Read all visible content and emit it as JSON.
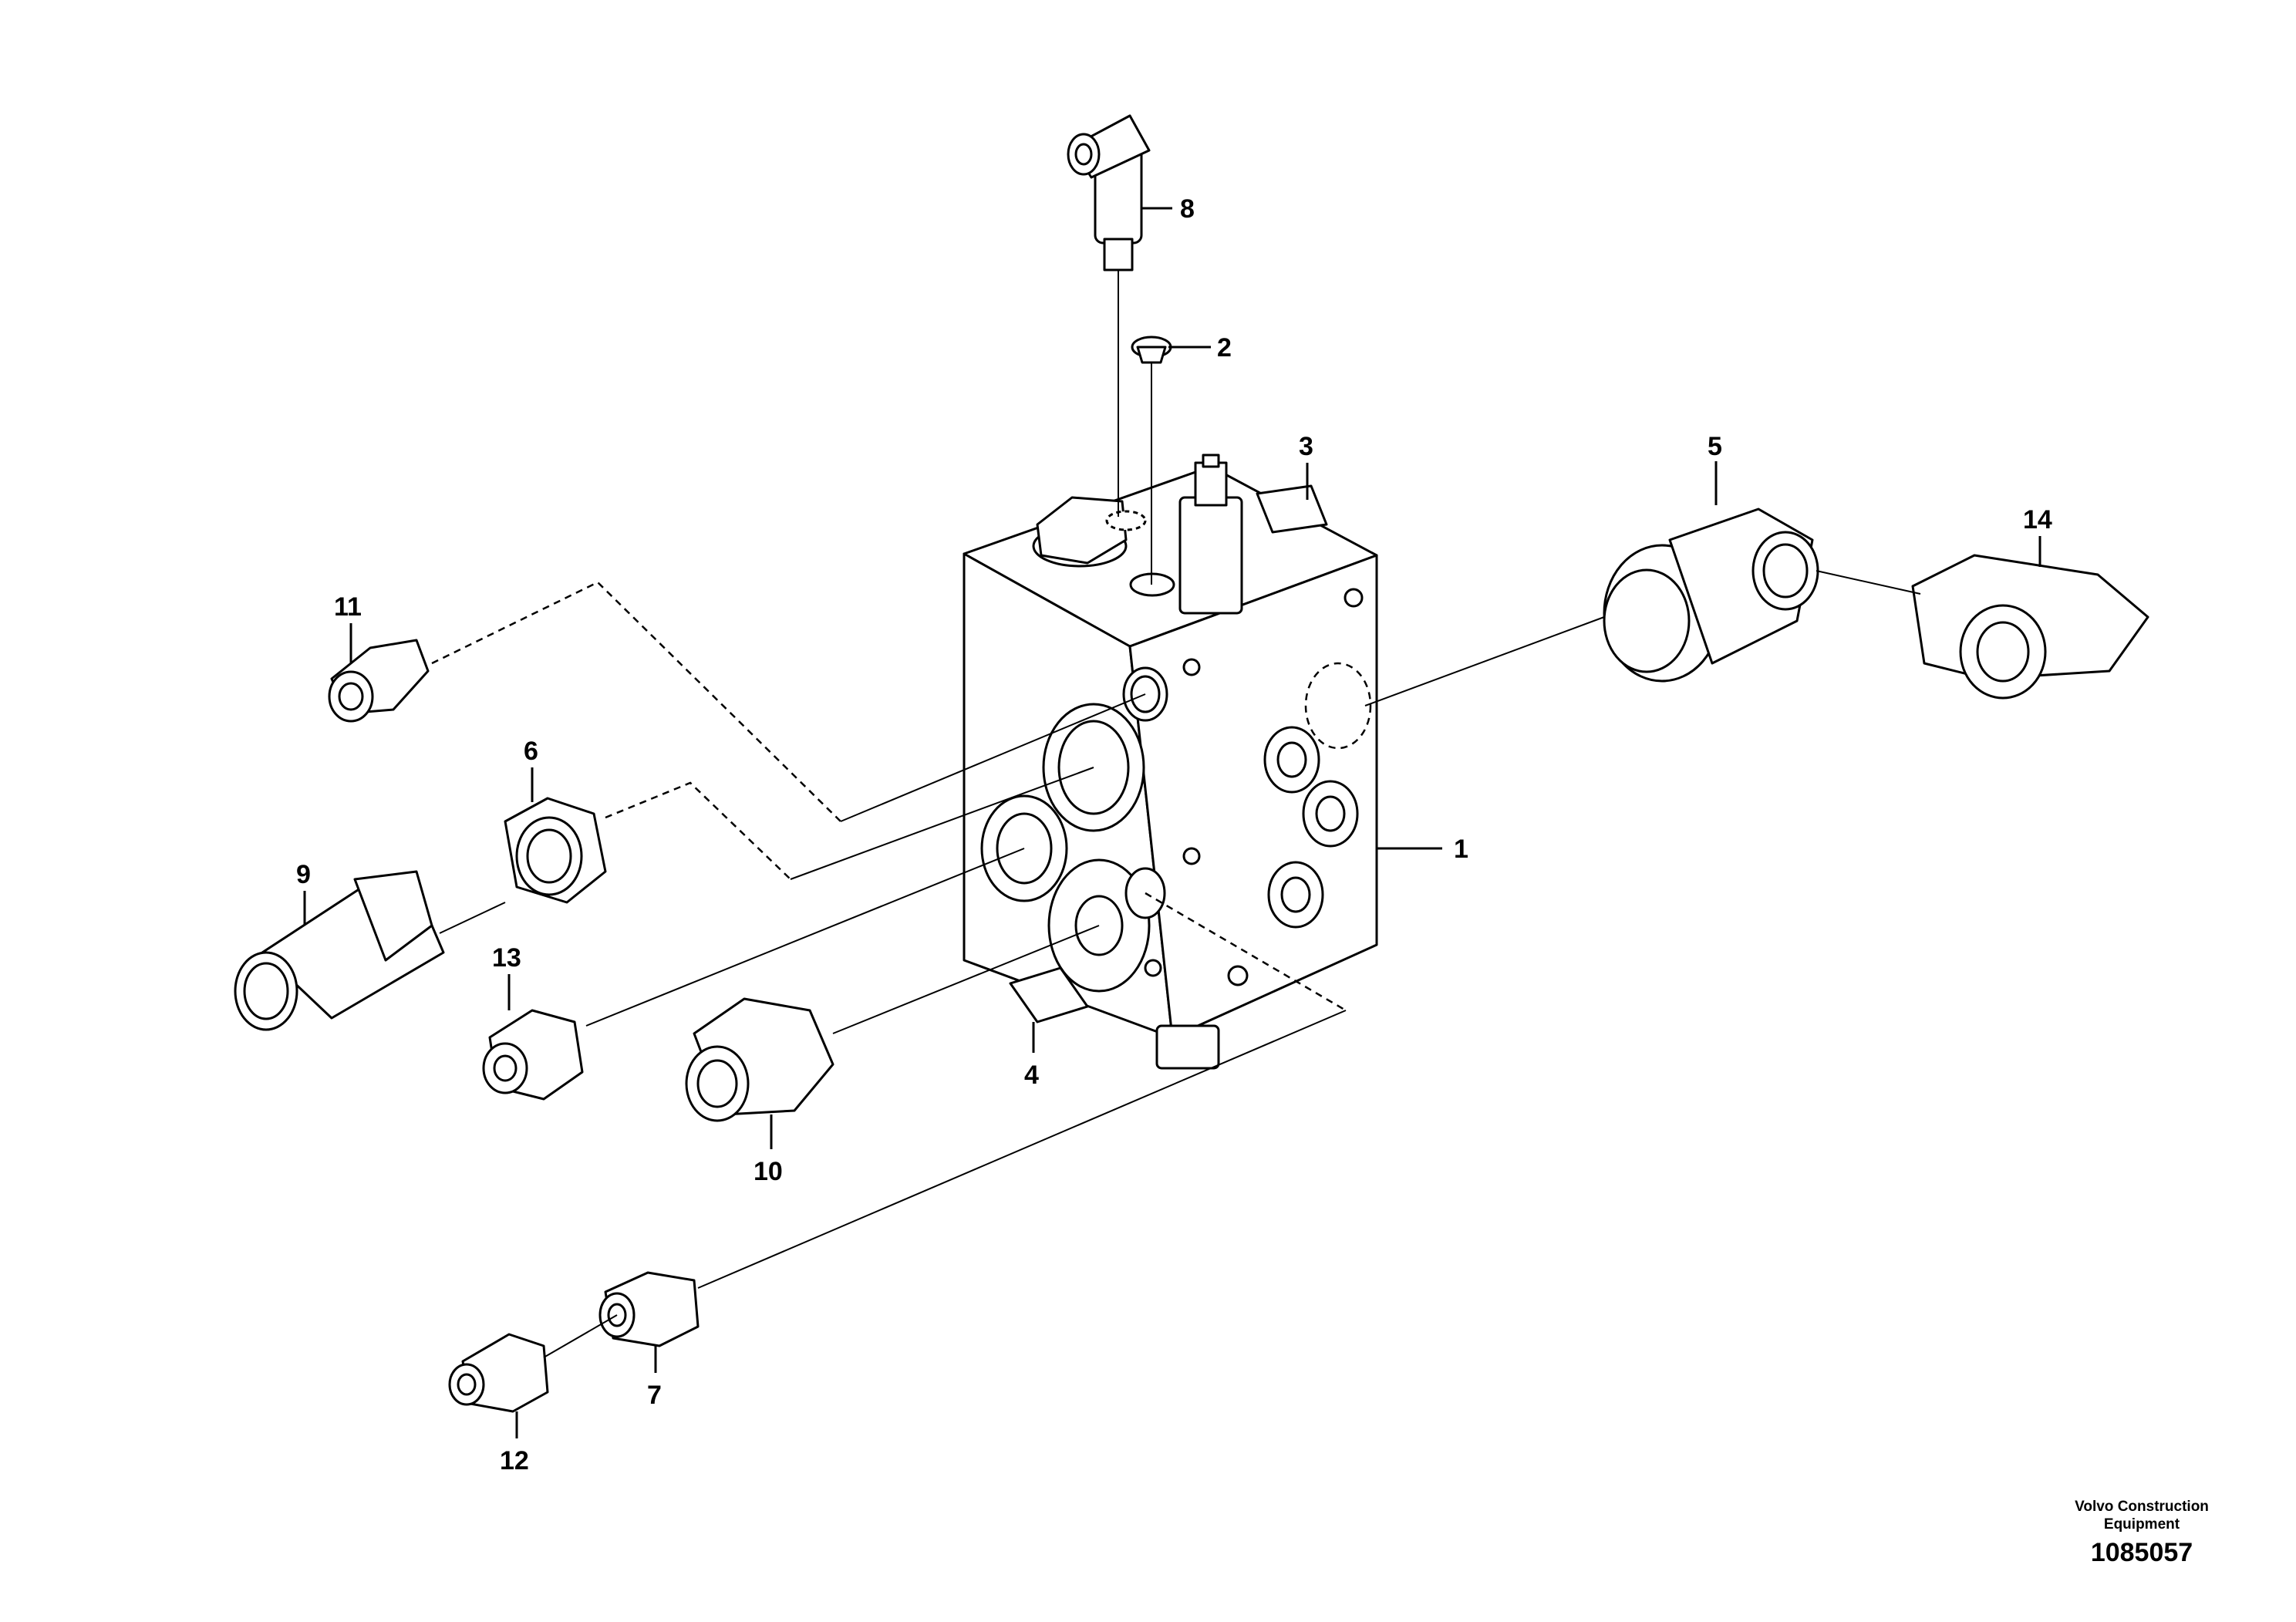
{
  "callouts": [
    "1",
    "2",
    "3",
    "4",
    "5",
    "6",
    "7",
    "8",
    "9",
    "10",
    "11",
    "12",
    "13",
    "14"
  ],
  "footer": {
    "brand_line1": "Volvo Construction",
    "brand_line2": "Equipment",
    "document_number": "1085057"
  }
}
